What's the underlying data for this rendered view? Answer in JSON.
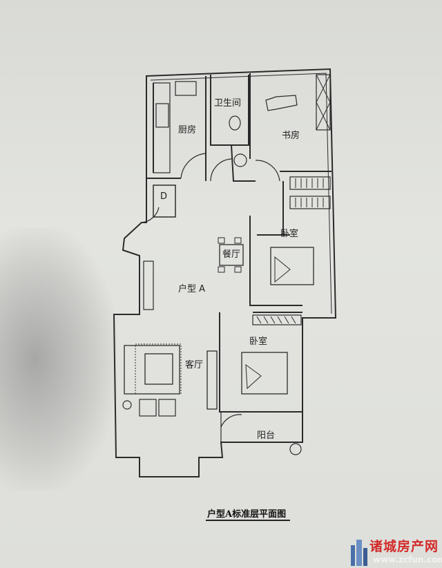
{
  "rooms": {
    "kitchen": "厨房",
    "bathroom": "卫生间",
    "study": "书房",
    "wardrobe_mark": "D",
    "dining": "餐厅",
    "unit_type": "户型 A",
    "bedroom_master": "卧室",
    "bedroom_second": "卧室",
    "living": "客厅",
    "balcony": "阳台"
  },
  "caption": "户型A标准层平面图",
  "watermark": {
    "name": "诸城房产网",
    "url": "www.zcfun.com"
  }
}
